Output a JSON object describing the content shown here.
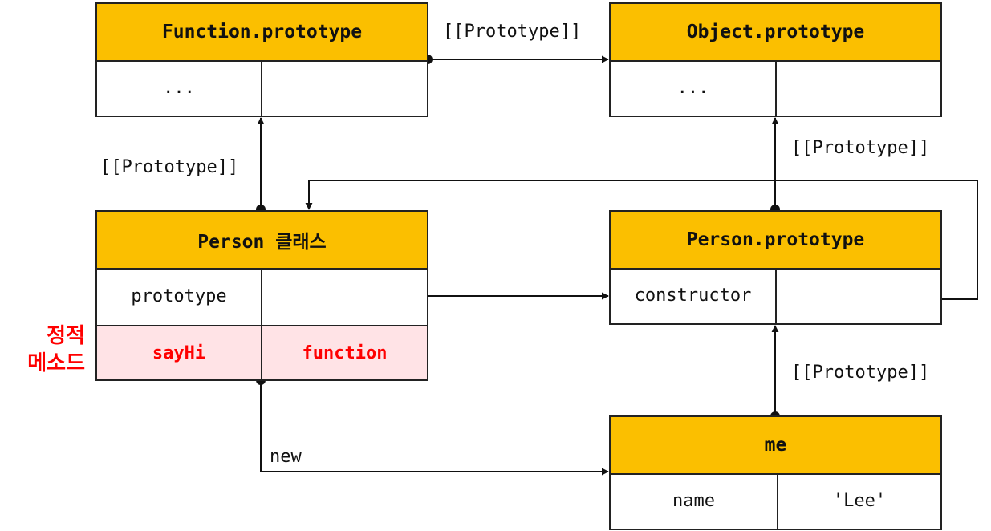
{
  "boxes": {
    "function_prototype": {
      "title": "Function.prototype",
      "row_key": "...",
      "row_value": ""
    },
    "object_prototype": {
      "title": "Object.prototype",
      "row_key": "...",
      "row_value": ""
    },
    "person_class": {
      "title": "Person 클래스",
      "rows": [
        {
          "key": "prototype",
          "value": ""
        },
        {
          "key": "sayHi",
          "value": "function"
        }
      ]
    },
    "person_prototype": {
      "title": "Person.prototype",
      "row_key": "constructor",
      "row_value": ""
    },
    "me": {
      "title": "me",
      "row_key": "name",
      "row_value": "'Lee'"
    }
  },
  "labels": {
    "proto_top": "[[Prototype]]",
    "proto_left": "[[Prototype]]",
    "proto_right_upper": "[[Prototype]]",
    "proto_right_lower": "[[Prototype]]",
    "new": "new"
  },
  "static_method_label": [
    "정적",
    "메소드"
  ],
  "colors": {
    "header": "#FBBF00",
    "static_row": "#FFE3E6",
    "static_text": "#ff0000",
    "line": "#111111"
  }
}
